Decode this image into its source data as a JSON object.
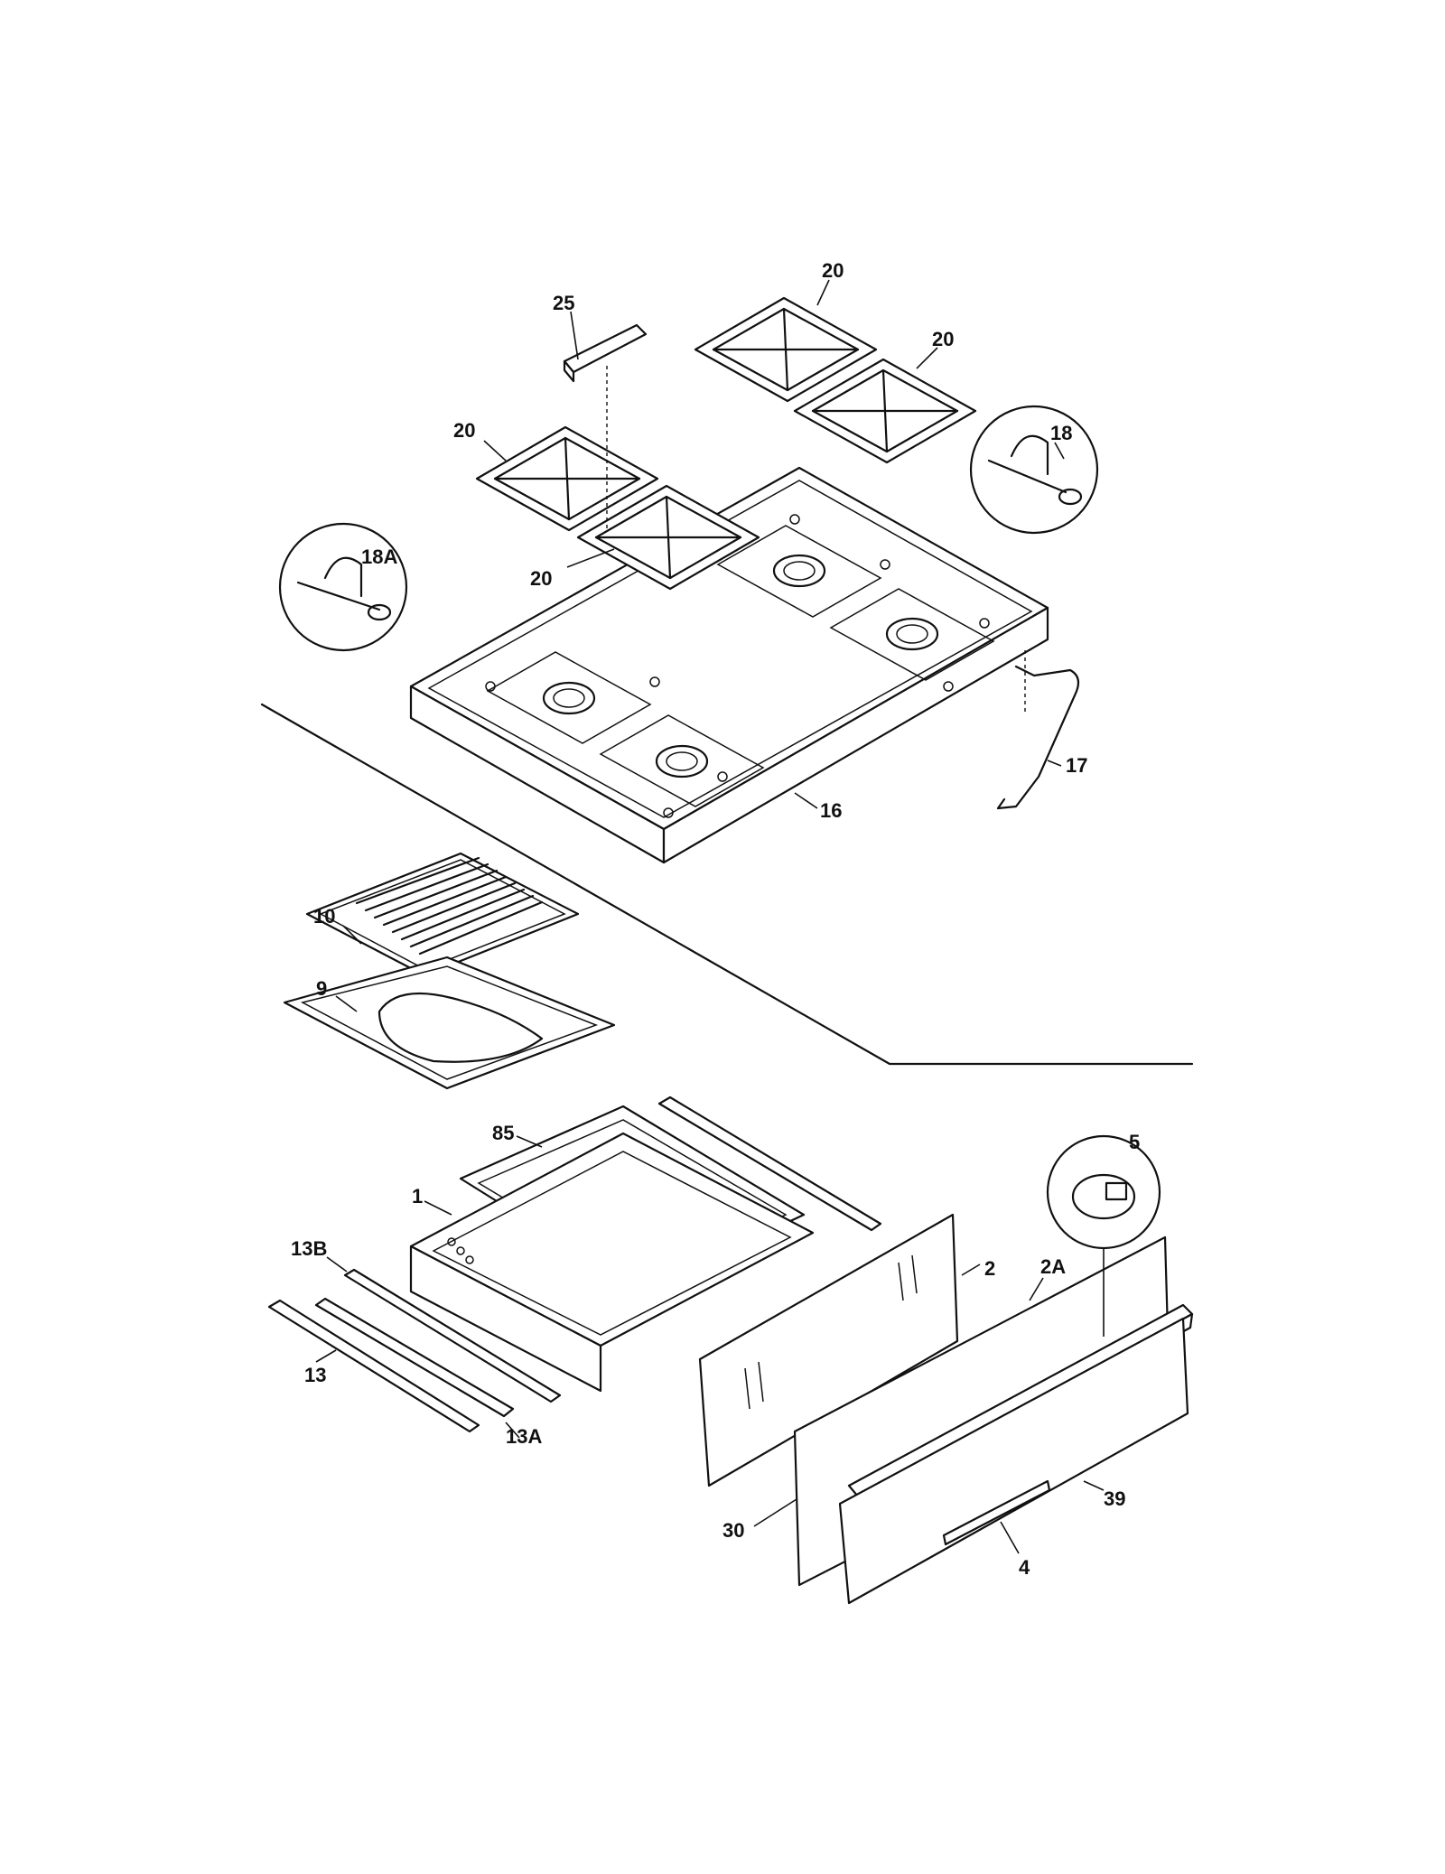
{
  "labels": {
    "p20_top": "20",
    "p20_right": "20",
    "p25": "25",
    "p20_left": "20",
    "p18": "18",
    "p18a": "18A",
    "p20_center": "20",
    "p17": "17",
    "p16": "16",
    "p10": "10",
    "p9": "9",
    "p85": "85",
    "p1": "1",
    "p5": "5",
    "p13b": "13B",
    "p2": "2",
    "p2a": "2A",
    "p13": "13",
    "p13a": "13A",
    "p39": "39",
    "p30": "30",
    "p4": "4"
  }
}
